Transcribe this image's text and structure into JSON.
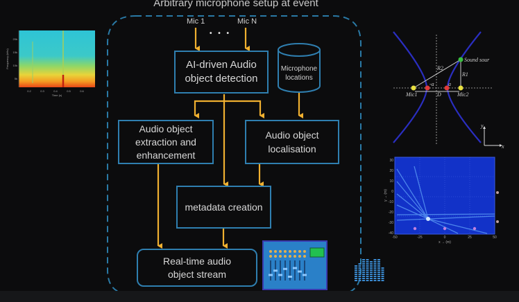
{
  "diagram": {
    "title": "Arbitrary microphone setup at event",
    "inputs": {
      "mic_first": "Mic 1",
      "mic_last": "Mic N",
      "ellipsis": "• • •"
    },
    "nodes": {
      "detection": "AI-driven Audio object detection",
      "mic_locations": "Microphone locations",
      "extraction": "Audio object extraction and enhancement",
      "localisation": "Audio object localisation",
      "metadata": "metadata creation",
      "stream": "Real-time audio object stream"
    },
    "edges": [
      [
        "Mic 1",
        "detection"
      ],
      [
        "Mic N",
        "detection"
      ],
      [
        "detection",
        "extraction"
      ],
      [
        "detection",
        "localisation"
      ],
      [
        "detection",
        "metadata"
      ],
      [
        "mic_locations",
        "localisation"
      ],
      [
        "extraction",
        "stream"
      ],
      [
        "localisation",
        "metadata"
      ],
      [
        "metadata",
        "stream"
      ]
    ],
    "colors": {
      "box_border": "#2f7fb0",
      "arrow": "#f0b030",
      "dashed_border": "#2a7aa6",
      "background": "#0c0c0d"
    }
  },
  "illustrations": {
    "spectrogram": {
      "xlabel": "Time (s)",
      "ylabel": "Frequency (kHz)",
      "x_ticks": [
        "0.2",
        "0.3",
        "0.4",
        "0.5",
        "0.6"
      ],
      "y_ticks": [
        "5k",
        "10k",
        "15k",
        "20k"
      ]
    },
    "tdoa_geometry": {
      "labels": {
        "source": "Sound sour",
        "mic1": "Mic1",
        "mic2": "Mic2",
        "distance": "D",
        "r1": "R1",
        "r2": "R2",
        "a_neg": "-a",
        "a_pos": "a",
        "x_axis": "x",
        "y_axis": "y"
      }
    },
    "localisation_map": {
      "xlabel": "x → (m)",
      "ylabel": "y → (m)",
      "x_ticks": [
        "-50",
        "-25",
        "0",
        "25",
        "50"
      ],
      "y_ticks": [
        "30",
        "20",
        "10",
        "0",
        "-10",
        "-20",
        "-30",
        "-40"
      ]
    },
    "mixer": {
      "faders": 8,
      "fader_levels": [
        0.3,
        0.55,
        0.3,
        0.65,
        0.2,
        0.7,
        0.5,
        0.3
      ]
    },
    "level_meter": {
      "bars": 8,
      "levels": [
        0.72,
        0.8,
        0.9,
        0.95,
        0.88,
        0.95,
        0.93,
        0.58
      ]
    }
  }
}
